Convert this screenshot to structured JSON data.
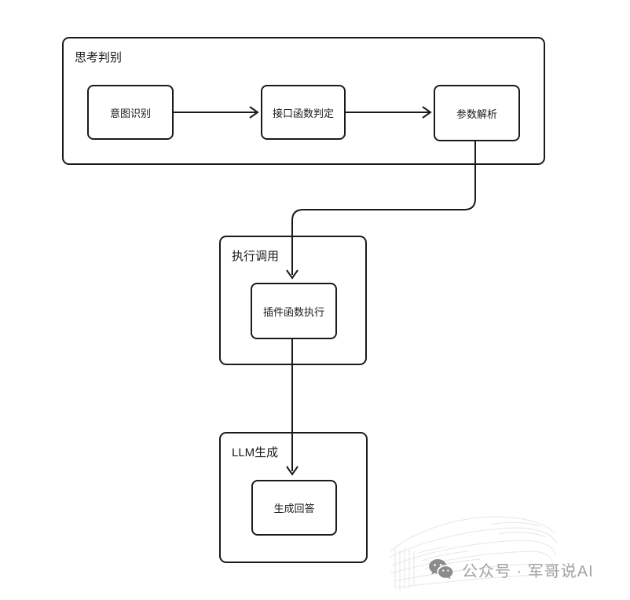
{
  "diagram": {
    "groups": [
      {
        "label": "思考判别",
        "nodes": [
          {
            "label": "意图识别"
          },
          {
            "label": "接口函数判定"
          },
          {
            "label": "参数解析"
          }
        ]
      },
      {
        "label": "执行调用",
        "nodes": [
          {
            "label": "插件函数执行"
          }
        ]
      },
      {
        "label": "LLM生成",
        "nodes": [
          {
            "label": "生成回答"
          }
        ]
      }
    ],
    "edges": [
      {
        "from": "意图识别",
        "to": "接口函数判定"
      },
      {
        "from": "接口函数判定",
        "to": "参数解析"
      },
      {
        "from": "参数解析",
        "to": "插件函数执行"
      },
      {
        "from": "插件函数执行",
        "to": "生成回答"
      }
    ],
    "colors": {
      "stroke": "#1a1a1a",
      "background": "#ffffff"
    }
  },
  "watermark": {
    "icon": "wechat-icon",
    "text": "公众号 · 军哥说AI",
    "text_color": "#a2a2a2",
    "icon_color": "#8c8c8c"
  }
}
